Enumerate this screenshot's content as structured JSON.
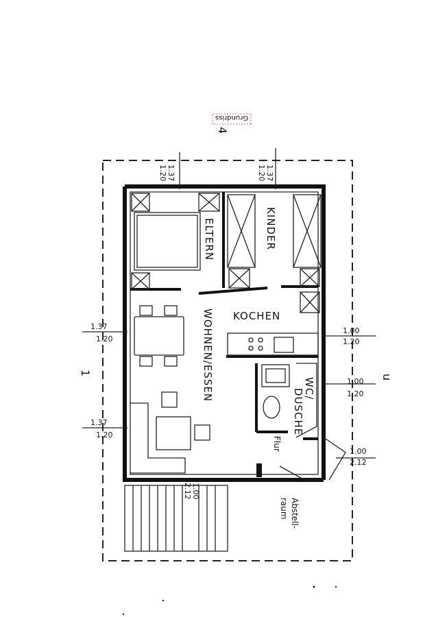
{
  "stamp": {
    "text": "Grundriss",
    "color": "#c0392b"
  },
  "marks": {
    "top": "4",
    "left": "1",
    "right": "u"
  },
  "rooms": {
    "eltern": "ELTERN",
    "kinder": "KINDER",
    "kochen": "KOCHEN",
    "wohnen": "WOHNEN/ESSEN",
    "wc": "WC/",
    "dusche": "DUSCHE",
    "flur": "Flur",
    "abstell_1": "Abstell-",
    "abstell_2": "raum"
  },
  "dimensions": {
    "top_left": [
      "1.37",
      "1.20"
    ],
    "top_right": [
      "1.37",
      "1.20"
    ],
    "left_upper": [
      "1.37",
      "1.20"
    ],
    "left_lower": [
      "1.37",
      "1.20"
    ],
    "right_kitchen": [
      "1.00",
      "1.20"
    ],
    "right_wc": [
      "1.00",
      "1.20"
    ],
    "right_door": [
      "1.00",
      "2.12"
    ],
    "bottom_entry": [
      "1.00",
      "2.12"
    ]
  }
}
